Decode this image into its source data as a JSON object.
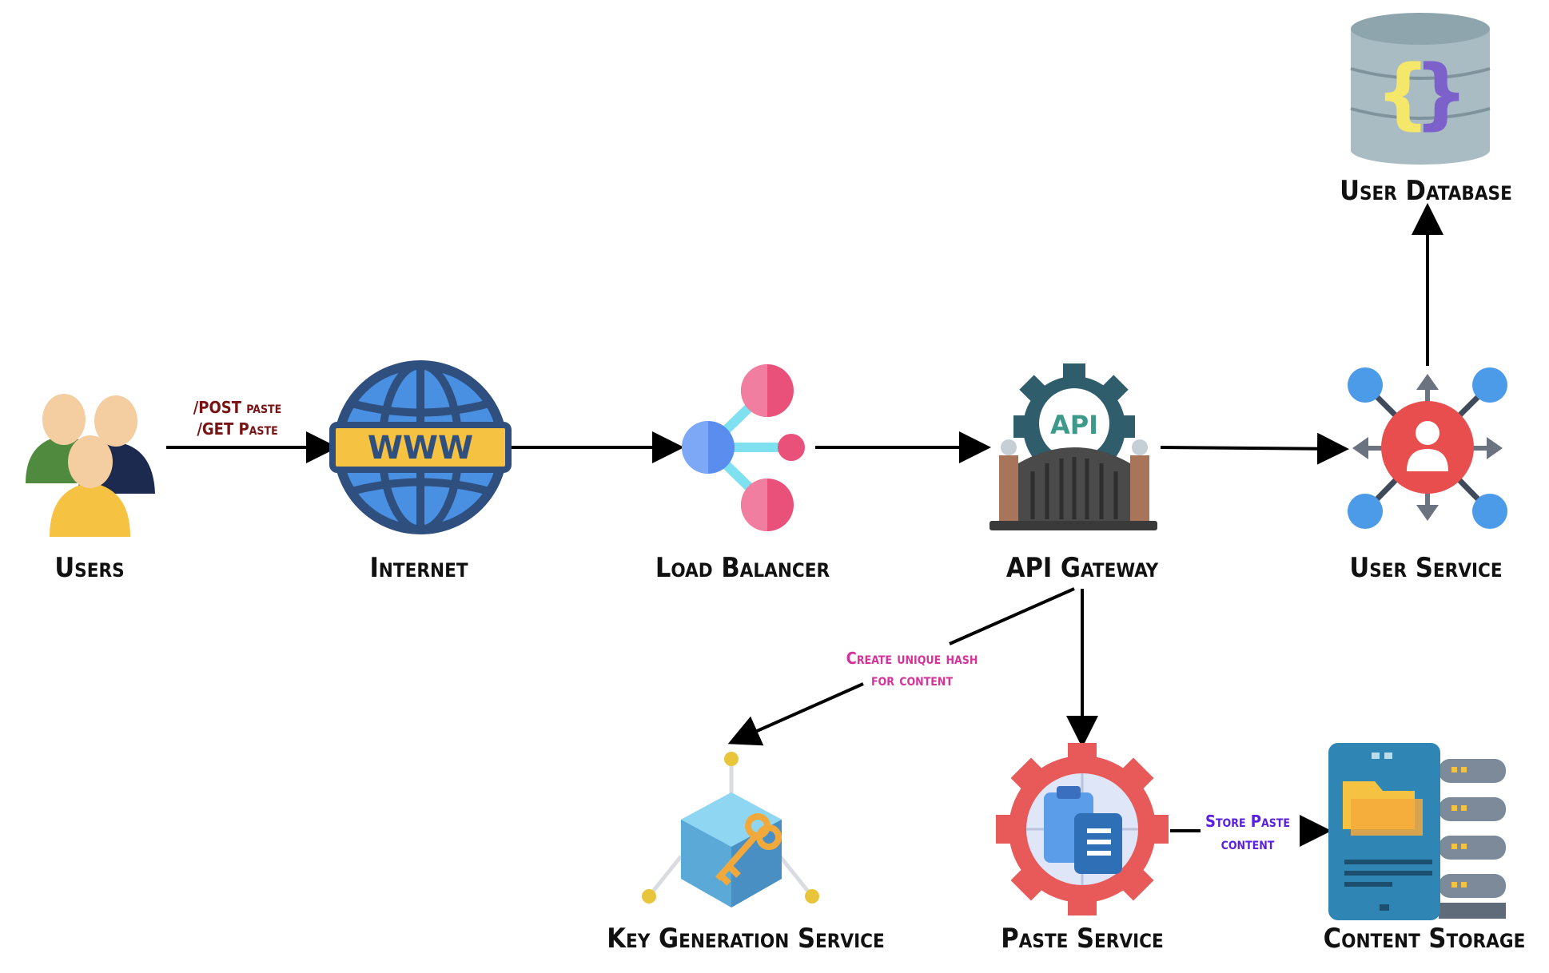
{
  "nodes": {
    "users": {
      "label": "Users",
      "icon": "users-group-icon"
    },
    "internet": {
      "label": "Internet",
      "icon": "globe-www-icon"
    },
    "load_balancer": {
      "label": "Load Balancer",
      "icon": "load-balancer-icon"
    },
    "api_gateway": {
      "label": "API Gateway",
      "icon": "api-gateway-icon"
    },
    "user_service": {
      "label": "User Service",
      "icon": "user-service-hub-icon"
    },
    "user_database": {
      "label": "User Database",
      "icon": "database-icon"
    },
    "key_generation_service": {
      "label": "Key Generation Service",
      "icon": "key-cube-icon"
    },
    "paste_service": {
      "label": "Paste Service",
      "icon": "clipboard-gear-icon"
    },
    "content_storage": {
      "label": "Content Storage",
      "icon": "server-folder-icon"
    }
  },
  "edges": {
    "users_internet": {
      "line1": "/POST paste",
      "line2": "/GET Paste",
      "color": "#7a1414"
    },
    "gateway_keygen": {
      "line1": "Create unique hash",
      "line2": "for content",
      "color": "#d6339a"
    },
    "paste_storage": {
      "line1": "Store Paste",
      "line2": "content",
      "color": "#5a1fe0"
    }
  },
  "colors": {
    "arrow": "#000000",
    "globe": "#2f4f7f",
    "globe_fill": "#4a90e2",
    "www_band": "#f5c242",
    "lb_pink": "#e9507a",
    "lb_blue": "#5b8def",
    "gear_teal": "#2f5d6b",
    "user_red": "#e94e4e",
    "node_blue": "#4c9be8",
    "db_gray": "#a9bcc4",
    "cube_blue": "#6fc3e6",
    "key_gold": "#f2a93b",
    "paste_gear": "#e85a5a",
    "storage_blue": "#2f86b5"
  }
}
